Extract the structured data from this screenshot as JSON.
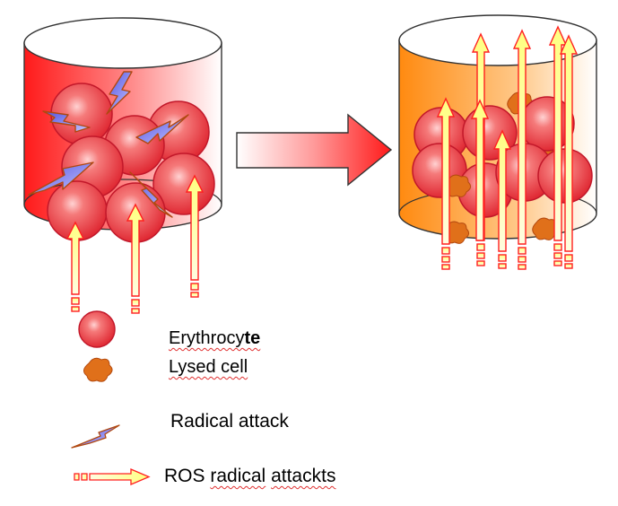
{
  "legend": {
    "erythrocyte_label_main": "Erythrocy",
    "erythrocyte_label_tail": "te",
    "lysed_label": "Lysed cell",
    "radical_label": "Radical attack",
    "ros_label_word1": "ROS",
    "ros_label_word2": "radical",
    "ros_label_word3": "attackts"
  },
  "icons": {
    "erythrocyte": "red-sphere-icon",
    "lysed": "lysed-cell-icon",
    "radical": "lightning-bolt-icon",
    "ros": "ros-arrow-icon",
    "process": "block-arrow-icon"
  },
  "colors": {
    "cell_red": "#e8323a",
    "cell_outline": "#c2182a",
    "bolt_fill": "#8080f0",
    "bolt_outline": "#b04810",
    "ros_fill": "#ffff99",
    "ros_outline": "#ff2020",
    "lysed_fill": "#e0701a",
    "cylinder_left_fill": "#ff1a1a",
    "cylinder_right_fill": "#ff8a10",
    "outline": "#333333"
  }
}
